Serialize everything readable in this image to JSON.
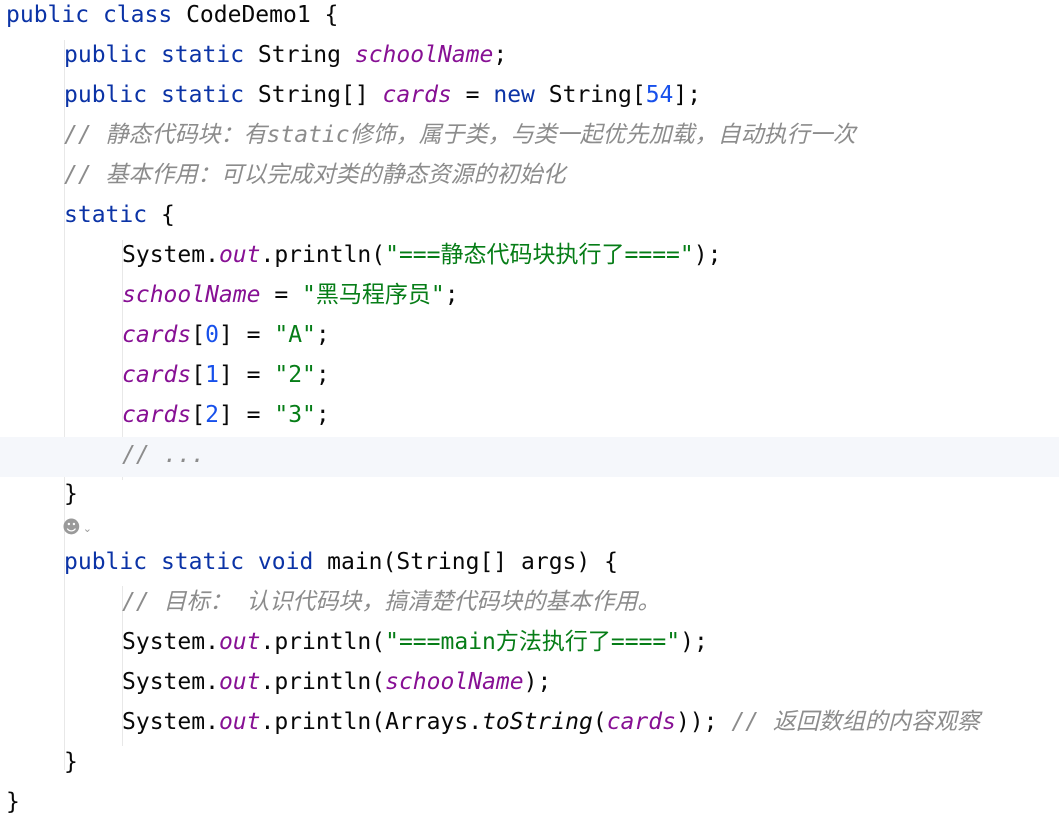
{
  "code": {
    "class_decl": {
      "kw1": "public",
      "kw2": "class",
      "name": "CodeDemo1",
      "brace": " {"
    },
    "field1": {
      "kw1": "public",
      "kw2": "static",
      "type": "String",
      "name": "schoolName",
      "semi": ";"
    },
    "field2": {
      "kw1": "public",
      "kw2": "static",
      "type": "String[]",
      "name": "cards",
      "eq": " = ",
      "kw_new": "new",
      "type2": "String[",
      "size": "54",
      "end": "];"
    },
    "comment1": "// 静态代码块：有static修饰，属于类，与类一起优先加载，自动执行一次",
    "comment2": "// 基本作用：可以完成对类的静态资源的初始化",
    "static_block": {
      "kw": "static",
      "brace": " {"
    },
    "println1": {
      "prefix": "System.",
      "out": "out",
      "mid": ".println(",
      "str": "\"===静态代码块执行了====\"",
      "end": ");"
    },
    "assign_school": {
      "field": "schoolName",
      "eq": " = ",
      "str": "\"黑马程序员\"",
      "end": ";"
    },
    "assign_cards": [
      {
        "field": "cards",
        "open": "[",
        "idx": "0",
        "close": "] = ",
        "str": "\"A\"",
        "end": ";"
      },
      {
        "field": "cards",
        "open": "[",
        "idx": "1",
        "close": "] = ",
        "str": "\"2\"",
        "end": ";"
      },
      {
        "field": "cards",
        "open": "[",
        "idx": "2",
        "close": "] = ",
        "str": "\"3\"",
        "end": ";"
      }
    ],
    "comment_ellipsis": "// ...",
    "close_brace": "}",
    "main_decl": {
      "kw1": "public",
      "kw2": "static",
      "kw3": "void",
      "rest": " main(String[] args) {"
    },
    "comment_goal": "// 目标： 认识代码块，搞清楚代码块的基本作用。",
    "println2": {
      "prefix": "System.",
      "out": "out",
      "mid": ".println(",
      "str": "\"===main方法执行了====\"",
      "end": ");"
    },
    "println3": {
      "prefix": "System.",
      "out": "out",
      "mid": ".println(",
      "field": "schoolName",
      "end": ");"
    },
    "println4": {
      "prefix": "System.",
      "out": "out",
      "mid": ".println(Arrays.",
      "method": "toString",
      "open": "(",
      "field": "cards",
      "end": ")); ",
      "comment": "// 返回数组的内容观察"
    },
    "main_close": "}",
    "class_close": "}"
  },
  "inlay_hint": {
    "icon": "user-icon"
  }
}
